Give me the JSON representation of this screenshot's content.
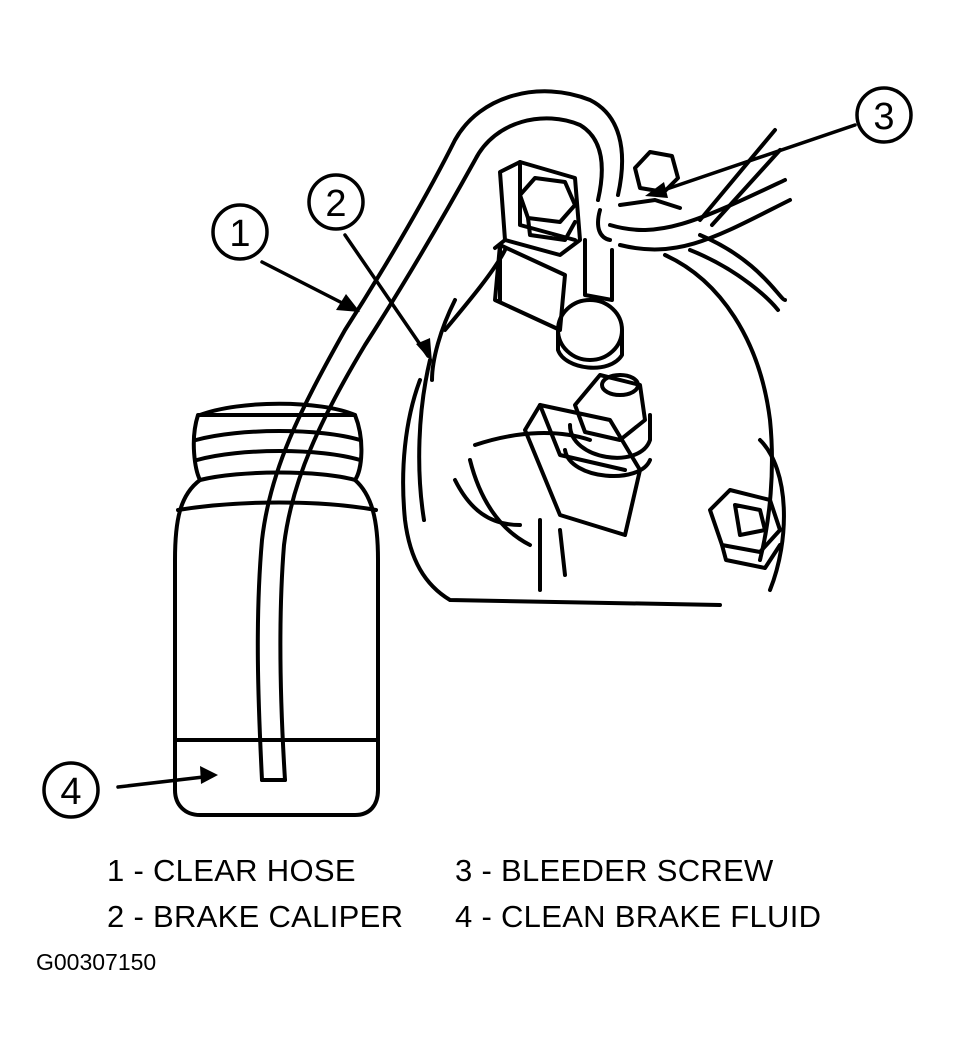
{
  "callouts": [
    {
      "number": "1"
    },
    {
      "number": "2"
    },
    {
      "number": "3"
    },
    {
      "number": "4"
    }
  ],
  "legend": [
    {
      "text": "1 - CLEAR HOSE"
    },
    {
      "text": "3 - BLEEDER SCREW"
    },
    {
      "text": "2 - BRAKE CALIPER"
    },
    {
      "text": "4 - CLEAN BRAKE FLUID"
    }
  ],
  "figure_id": "G00307150"
}
